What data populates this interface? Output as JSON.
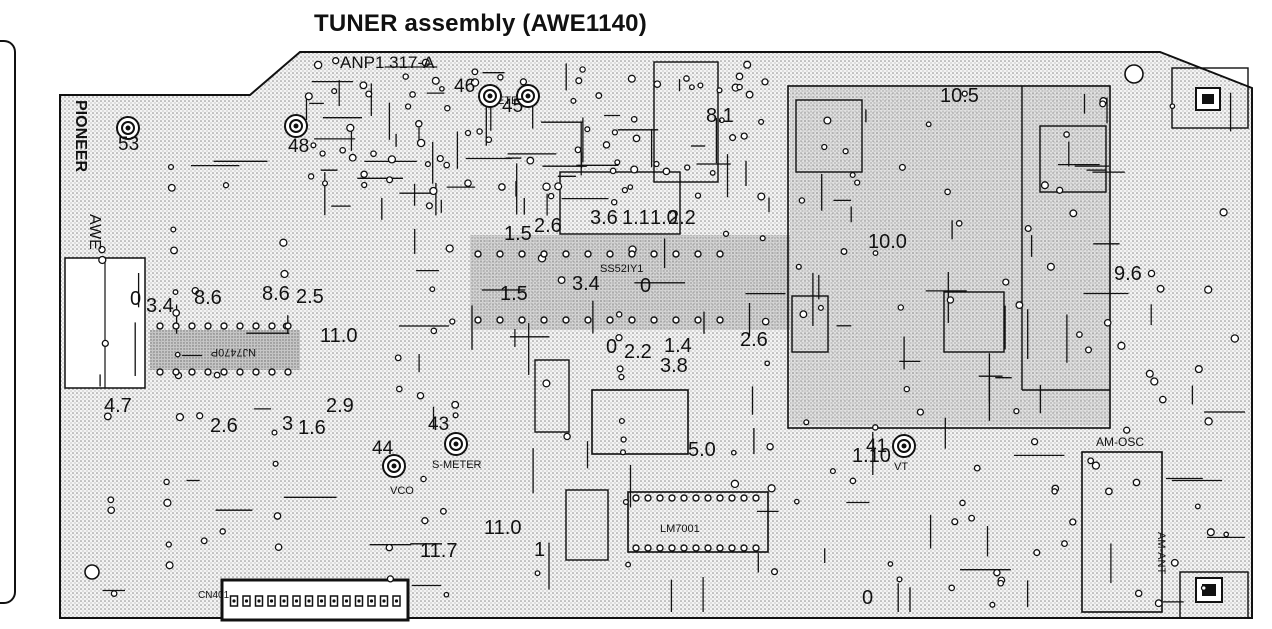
{
  "title": "TUNER assembly (AWE1140)",
  "board": {
    "part_number": "ANP1 317-A",
    "brand": "PIONEER",
    "assembly_code": "AWE",
    "ic_labels": {
      "ic1": "NJ7470P",
      "ic2": "SS52IY1",
      "ic3": "LM7001",
      "osc": "AM-OSC",
      "ant": "AM-ANT"
    },
    "test_points": [
      {
        "id": "53",
        "label": "53"
      },
      {
        "id": "48",
        "label": "48"
      },
      {
        "id": "46",
        "label": "46"
      },
      {
        "id": "45",
        "label": "45"
      },
      {
        "id": "43",
        "label": "43"
      },
      {
        "id": "44",
        "label": "44"
      },
      {
        "id": "41",
        "label": "41"
      }
    ],
    "meter_labels": {
      "t_meter": "T-METER",
      "s_meter": "S-METER",
      "vco": "VCO",
      "vt": "VT"
    },
    "voltages": [
      {
        "id": "v1",
        "label": "0"
      },
      {
        "id": "v2",
        "label": "3.4"
      },
      {
        "id": "v3",
        "label": "8.6"
      },
      {
        "id": "v4",
        "label": "8.6"
      },
      {
        "id": "v5",
        "label": "2.5"
      },
      {
        "id": "v6",
        "label": "11.0"
      },
      {
        "id": "v7",
        "label": "4.7"
      },
      {
        "id": "v8",
        "label": "2.6"
      },
      {
        "id": "v9",
        "label": "3"
      },
      {
        "id": "v10",
        "label": "1.6"
      },
      {
        "id": "v11",
        "label": "2.9"
      },
      {
        "id": "v12",
        "label": "1.5"
      },
      {
        "id": "v13",
        "label": "2.6"
      },
      {
        "id": "v14",
        "label": "3.6"
      },
      {
        "id": "v15",
        "label": "1.1"
      },
      {
        "id": "v16",
        "label": "1.0"
      },
      {
        "id": "v17",
        "label": "2.2"
      },
      {
        "id": "v18",
        "label": "3.4"
      },
      {
        "id": "v19",
        "label": "0"
      },
      {
        "id": "v20",
        "label": "1.5"
      },
      {
        "id": "v21",
        "label": "0"
      },
      {
        "id": "v22",
        "label": "2.2"
      },
      {
        "id": "v23",
        "label": "1.4"
      },
      {
        "id": "v24",
        "label": "3.8"
      },
      {
        "id": "v25",
        "label": "2.6"
      },
      {
        "id": "v26",
        "label": "8.1"
      },
      {
        "id": "v27",
        "label": "10.5"
      },
      {
        "id": "v28",
        "label": "10.0"
      },
      {
        "id": "v29",
        "label": "9.6"
      },
      {
        "id": "v30",
        "label": "5.0"
      },
      {
        "id": "v31",
        "label": "1.10"
      },
      {
        "id": "v32",
        "label": "11.0"
      },
      {
        "id": "v33",
        "label": "11.7"
      },
      {
        "id": "v34",
        "label": "0"
      },
      {
        "id": "v35",
        "label": "1"
      }
    ],
    "connector_label": "CN401"
  }
}
